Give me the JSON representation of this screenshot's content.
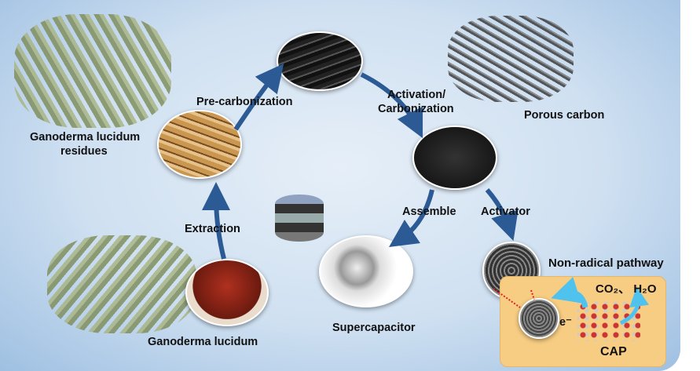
{
  "labels": {
    "pre_carbonization": "Pre-carbonization",
    "activation": "Activation/",
    "carbonization": "Carbonization",
    "porous_carbon": "Porous carbon",
    "ganoderma_residues_1": "Ganoderma lucidum",
    "ganoderma_residues_2": "residues",
    "extraction": "Extraction",
    "ganoderma_lucidum": "Ganoderma lucidum",
    "assemble": "Assemble",
    "activator": "Activator",
    "supercapacitor": "Supercapacitor",
    "non_radical": "Non-radical pathway",
    "products": "CO₂、 H₂O",
    "electron": "e⁻",
    "cap": "CAP"
  },
  "colors": {
    "arrow": "#2c5a94",
    "box": "#f7cd83",
    "accent_arrow": "#4fc3ee"
  }
}
